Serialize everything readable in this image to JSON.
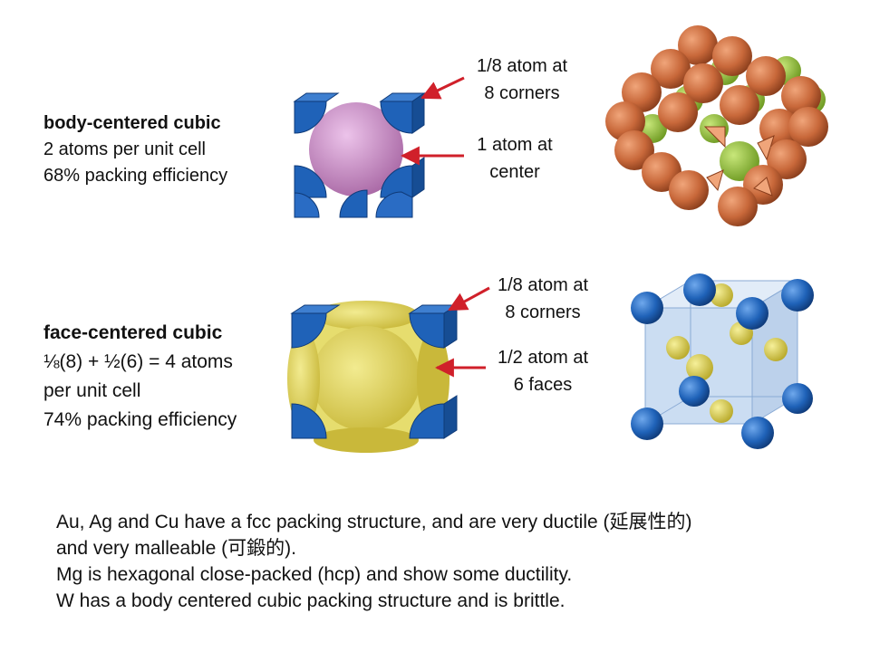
{
  "bcc": {
    "title": "body-centered cubic",
    "line1": "2 atoms per unit cell",
    "line2": "68% packing efficiency",
    "label_corners_1": "1/8 atom at",
    "label_corners_2": "8 corners",
    "label_center_1": "1 atom at",
    "label_center_2": "center"
  },
  "fcc": {
    "title": "face-centered cubic",
    "line1": "⅛(8) + ½(6) = 4 atoms",
    "line2": "per unit cell",
    "line3": "74% packing efficiency",
    "label_corners_1": "1/8 atom at",
    "label_corners_2": "8 corners",
    "label_faces_1": "1/2 atom at",
    "label_faces_2": "6 faces"
  },
  "notes": {
    "line1": "Au, Ag and Cu have a fcc packing structure, and are very ductile (延展性的)",
    "line2": "and very malleable (可鍛的).",
    "line3": "Mg is hexagonal close-packed (hcp) and show some ductility.",
    "line4": "W has a body centered cubic packing structure and is brittle."
  },
  "colors": {
    "cube_blue": "#1f62b8",
    "bcc_center_pink": "#c98cc4",
    "fcc_face_yellow": "#d9cc4a",
    "arrow_red": "#d0202a",
    "copper": "#c8683a",
    "green_atom": "#8fbf3a"
  }
}
